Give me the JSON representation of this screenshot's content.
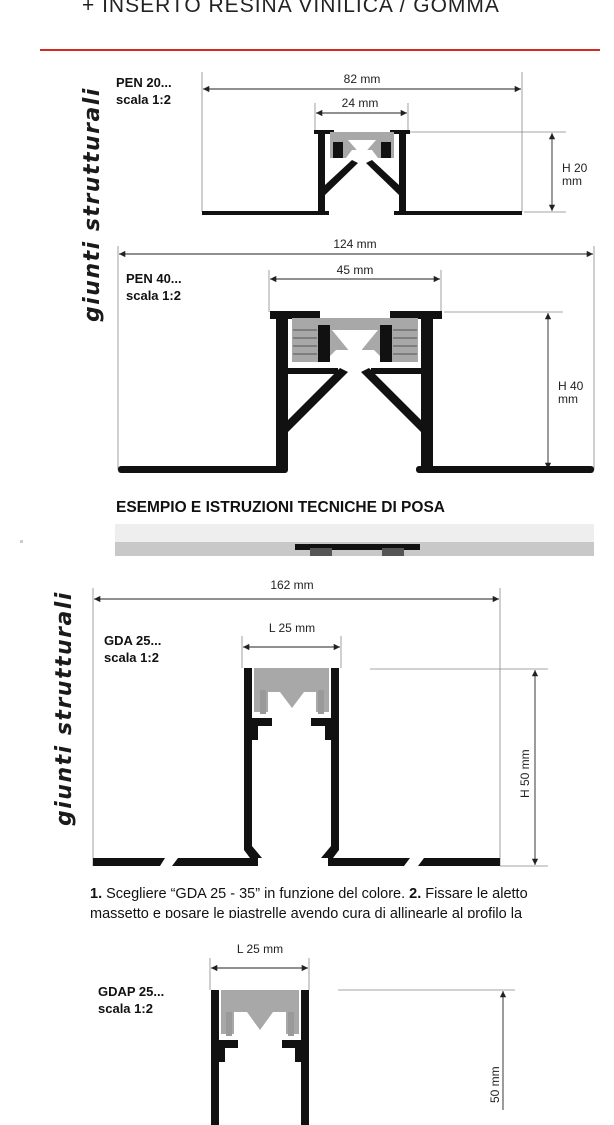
{
  "header": {
    "title": "+ INSERTO RESINA VINILICA / GOMMA"
  },
  "side_labels": {
    "top": "giunti strutturali",
    "bottom": "giunti strutturali"
  },
  "pen20": {
    "name": "PEN 20...",
    "scale": "scala 1:2",
    "width": "82 mm",
    "inner": "24 mm",
    "height_l1": "H 20",
    "height_l2": "mm"
  },
  "pen40": {
    "name": "PEN 40...",
    "scale": "scala 1:2",
    "width": "124 mm",
    "inner": "45 mm",
    "height_l1": "H 40",
    "height_l2": "mm"
  },
  "section": {
    "title": "ESEMPIO E ISTRUZIONI TECNICHE DI POSA"
  },
  "gda25": {
    "name": "GDA 25...",
    "scale": "scala 1:2",
    "width": "162 mm",
    "inner": "L 25 mm",
    "height": "H 50 mm"
  },
  "instructions": {
    "step1_num": "1.",
    "step1_text": " Scegliere “GDA 25 - 35” in funzione del colore. ",
    "step2_num": "2.",
    "step2_text": " Fissare le aletto",
    "line2": "massetto e posare le piastrelle avendo cura di allinearle al profilo la"
  },
  "gdap25": {
    "name": "GDAP 25...",
    "scale": "scala 1:2",
    "inner": "L 25 mm",
    "height": "50 mm"
  }
}
